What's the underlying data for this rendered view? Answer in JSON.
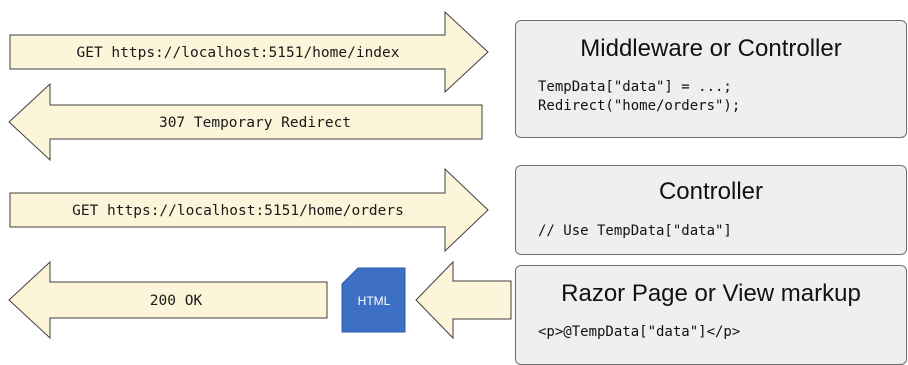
{
  "request1": {
    "label": "GET https://localhost:5151/home/index"
  },
  "response1": {
    "label": "307 Temporary Redirect"
  },
  "request2": {
    "label": "GET https://localhost:5151/home/orders"
  },
  "response2": {
    "label": "200 OK"
  },
  "document": {
    "label": "HTML"
  },
  "panels": [
    {
      "title": "Middleware or Controller",
      "code": [
        "TempData[\"data\"] = ...;",
        "Redirect(\"home/orders\");"
      ]
    },
    {
      "title": "Controller",
      "code": [
        "// Use TempData[\"data\"]"
      ]
    },
    {
      "title": "Razor Page or View markup",
      "code": [
        "<p>@TempData[\"data\"]</p>"
      ]
    }
  ]
}
